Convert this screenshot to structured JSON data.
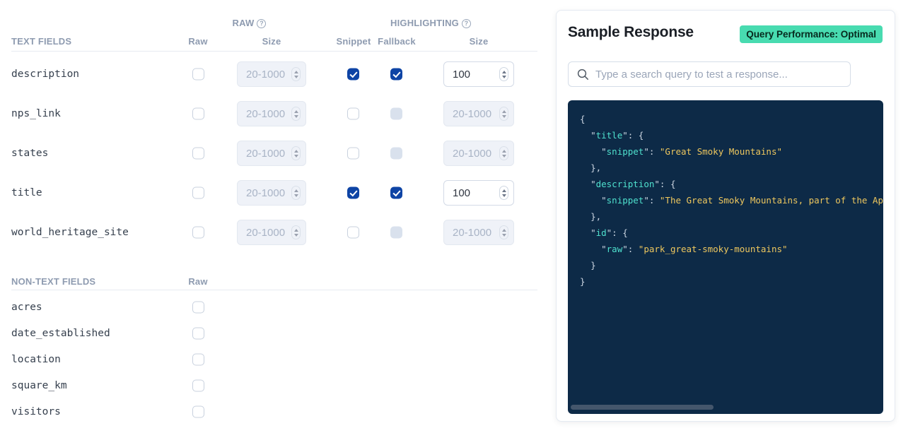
{
  "left_panel": {
    "raw_group_label": "RAW",
    "highlighting_group_label": "HIGHLIGHTING",
    "help_glyph": "?",
    "text_section": {
      "header": "TEXT FIELDS",
      "col_raw": "Raw",
      "col_raw_size": "Size",
      "col_snippet": "Snippet",
      "col_fallback": "Fallback",
      "col_size": "Size",
      "size_placeholder": "20-1000",
      "rows": [
        {
          "field": "description",
          "raw_checked": false,
          "snippet_checked": true,
          "fallback_checked": true,
          "fallback_disabled": false,
          "size_enabled": true,
          "size_value": "100"
        },
        {
          "field": "nps_link",
          "raw_checked": false,
          "snippet_checked": false,
          "fallback_checked": false,
          "fallback_disabled": true,
          "size_enabled": false,
          "size_value": ""
        },
        {
          "field": "states",
          "raw_checked": false,
          "snippet_checked": false,
          "fallback_checked": false,
          "fallback_disabled": true,
          "size_enabled": false,
          "size_value": ""
        },
        {
          "field": "title",
          "raw_checked": false,
          "snippet_checked": true,
          "fallback_checked": true,
          "fallback_disabled": false,
          "size_enabled": true,
          "size_value": "100"
        },
        {
          "field": "world_heritage_site",
          "raw_checked": false,
          "snippet_checked": false,
          "fallback_checked": false,
          "fallback_disabled": true,
          "size_enabled": false,
          "size_value": ""
        }
      ]
    },
    "non_text_section": {
      "header": "NON-TEXT FIELDS",
      "col_raw": "Raw",
      "rows": [
        {
          "field": "acres",
          "raw_checked": false
        },
        {
          "field": "date_established",
          "raw_checked": false
        },
        {
          "field": "location",
          "raw_checked": false
        },
        {
          "field": "square_km",
          "raw_checked": false
        },
        {
          "field": "visitors",
          "raw_checked": false
        }
      ]
    }
  },
  "sample_panel": {
    "title": "Sample Response",
    "badge_label": "Query Performance: Optimal",
    "search_placeholder": "Type a search query to test a response...",
    "code_lines": [
      [
        [
          "p",
          "{"
        ]
      ],
      [
        [
          "w",
          "  "
        ],
        [
          "p",
          "\""
        ],
        [
          "k",
          "title"
        ],
        [
          "p",
          "\": {"
        ]
      ],
      [
        [
          "w",
          "    "
        ],
        [
          "p",
          "\""
        ],
        [
          "k",
          "snippet"
        ],
        [
          "p",
          "\": "
        ],
        [
          "v",
          "\"Great Smoky Mountains\""
        ]
      ],
      [
        [
          "w",
          "  "
        ],
        [
          "p",
          "},"
        ]
      ],
      [
        [
          "w",
          "  "
        ],
        [
          "p",
          "\""
        ],
        [
          "k",
          "description"
        ],
        [
          "p",
          "\": {"
        ]
      ],
      [
        [
          "w",
          "    "
        ],
        [
          "p",
          "\""
        ],
        [
          "k",
          "snippet"
        ],
        [
          "p",
          "\": "
        ],
        [
          "v",
          "\"The Great Smoky Mountains, part of the Appalac"
        ]
      ],
      [
        [
          "w",
          "  "
        ],
        [
          "p",
          "},"
        ]
      ],
      [
        [
          "w",
          "  "
        ],
        [
          "p",
          "\""
        ],
        [
          "k",
          "id"
        ],
        [
          "p",
          "\": {"
        ]
      ],
      [
        [
          "w",
          "    "
        ],
        [
          "p",
          "\""
        ],
        [
          "k",
          "raw"
        ],
        [
          "p",
          "\": "
        ],
        [
          "v",
          "\"park_great-smoky-mountains\""
        ]
      ],
      [
        [
          "w",
          "  "
        ],
        [
          "p",
          "}"
        ]
      ],
      [
        [
          "p",
          "}"
        ]
      ]
    ]
  },
  "colors": {
    "checkbox_checked": "#0e44a5",
    "badge_bg": "#48dbb0",
    "code_bg": "#0d2a47",
    "code_key": "#4fe1ce",
    "code_value": "#eec75e",
    "code_punct": "#ccd6e2"
  }
}
